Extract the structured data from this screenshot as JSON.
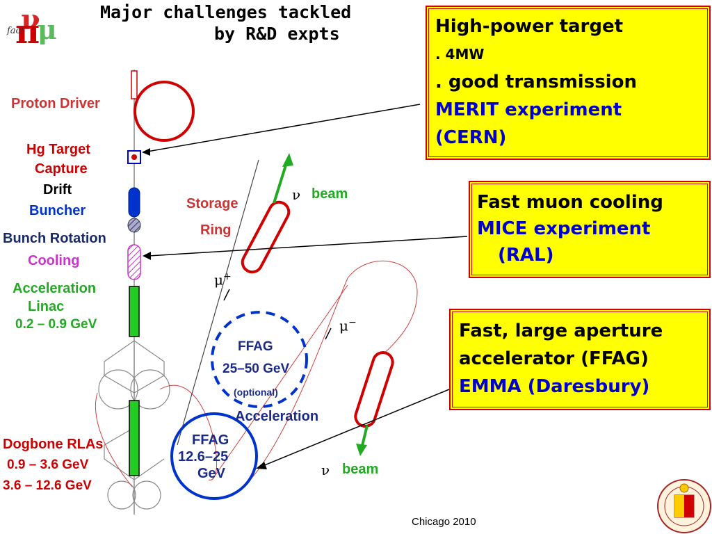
{
  "title": {
    "line1": "Major challenges tackled",
    "line2": "by R&D expts"
  },
  "logo": {
    "text": "fact"
  },
  "boxes": {
    "target": {
      "line1": "High-power target",
      "line2": ". 4MW",
      "line3": ". good transmission",
      "line4": "MERIT experiment",
      "line5": "(CERN)"
    },
    "cooling": {
      "line1": "Fast muon cooling",
      "line2": "MICE experiment",
      "line3": "(RAL)"
    },
    "ffag": {
      "line1": "Fast, large aperture",
      "line2": "accelerator (FFAG)",
      "line3": "EMMA (Daresbury)"
    }
  },
  "diagram": {
    "proton_driver": "Proton Driver",
    "hg_target": "Hg  Target",
    "capture": "Capture",
    "drift": "Drift",
    "buncher": "Buncher",
    "bunch_rotation": "Bunch Rotation",
    "cooling": "Cooling",
    "acceleration": "Acceleration",
    "linac": "Linac",
    "linac_energy": "0.2 – 0.9 GeV",
    "dogbone": "Dogbone RLAs",
    "rla1": "0.9 – 3.6 GeV",
    "rla2": "3.6 – 12.6 GeV",
    "storage": "Storage",
    "ring": "Ring",
    "nu_top": "ν",
    "beam_top": "beam",
    "nu_bottom": "ν",
    "beam_bottom": "beam",
    "mu_plus": "μ",
    "mu_plus_sup": "+",
    "mu_minus": "μ",
    "mu_minus_sup": "−",
    "ffag1_a": "FFAG",
    "ffag1_b": "25–50 GeV",
    "ffag1_c": "(optional)",
    "acceleration2": "Acceleration",
    "ffag2_a": "FFAG",
    "ffag2_b": "12.6–25",
    "ffag2_c": "GeV"
  },
  "footer": "Chicago 2010",
  "colors": {
    "red": "#d00000",
    "blue": "#0000cc",
    "green": "#22aa22",
    "yellow": "#ffff00",
    "magenta": "#cc33cc"
  }
}
